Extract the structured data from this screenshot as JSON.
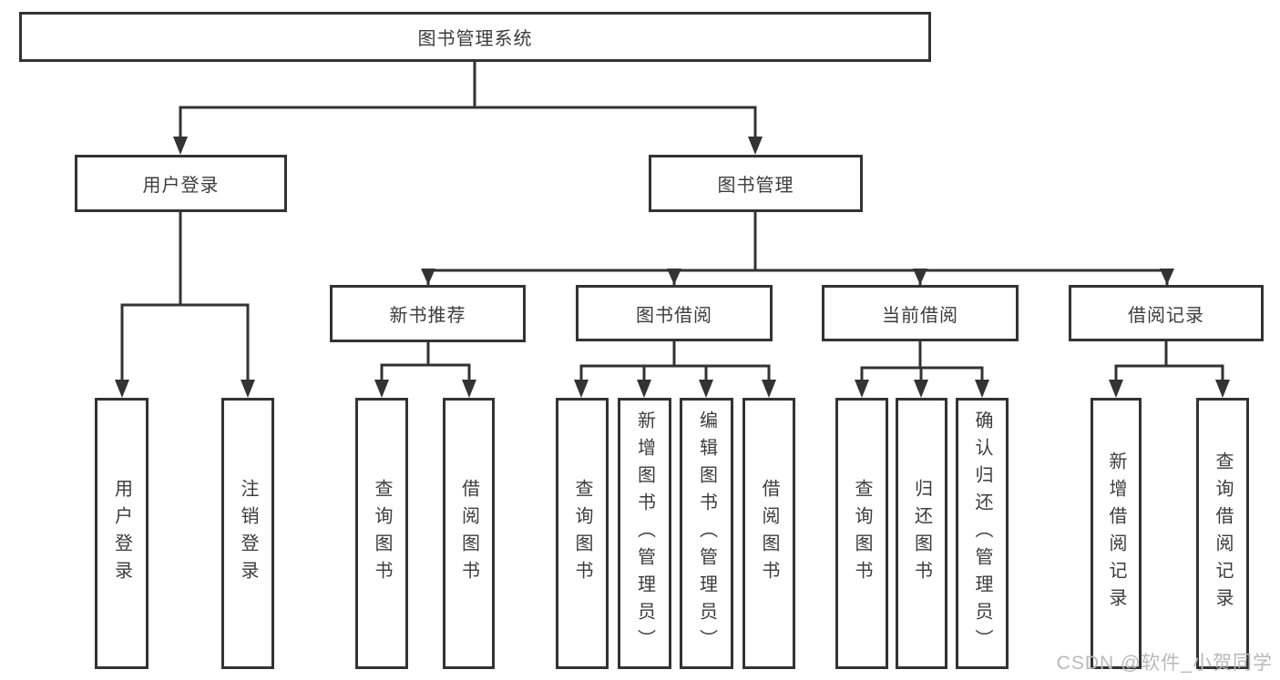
{
  "diagram_type": "org-chart",
  "nodes": {
    "root": "图书管理系统",
    "user_login": "用户登录",
    "book_mgmt": "图书管理",
    "new_book_rec": "新书推荐",
    "book_borrow": "图书借阅",
    "current_borrow": "当前借阅",
    "borrow_record": "借阅记录",
    "leaf_user_login": "用户登录",
    "leaf_logout": "注销登录",
    "leaf_query_book_1": "查询图书",
    "leaf_borrow_book_1": "借阅图书",
    "leaf_query_book_2": "查询图书",
    "leaf_add_book": "新增图书（管理员）",
    "leaf_edit_book": "编辑图书（管理员）",
    "leaf_borrow_book_2": "借阅图书",
    "leaf_query_book_3": "查询图书",
    "leaf_return_book": "归还图书",
    "leaf_confirm_return": "确认归还（管理员）",
    "leaf_add_record": "新增借阅记录",
    "leaf_query_record": "查询借阅记录"
  },
  "hierarchy": {
    "图书管理系统": {
      "用户登录": [
        "用户登录",
        "注销登录"
      ],
      "图书管理": {
        "新书推荐": [
          "查询图书",
          "借阅图书"
        ],
        "图书借阅": [
          "查询图书",
          "新增图书（管理员）",
          "编辑图书（管理员）",
          "借阅图书"
        ],
        "当前借阅": [
          "查询图书",
          "归还图书",
          "确认归还（管理员）"
        ],
        "借阅记录": [
          "新增借阅记录",
          "查询借阅记录"
        ]
      }
    }
  },
  "watermark": "CSDN @软件_小贺同学",
  "colors": {
    "line": "#333333",
    "box_border": "#333333",
    "text": "#3c3c3c",
    "watermark": "#b9b9b9",
    "background": "#ffffff"
  }
}
